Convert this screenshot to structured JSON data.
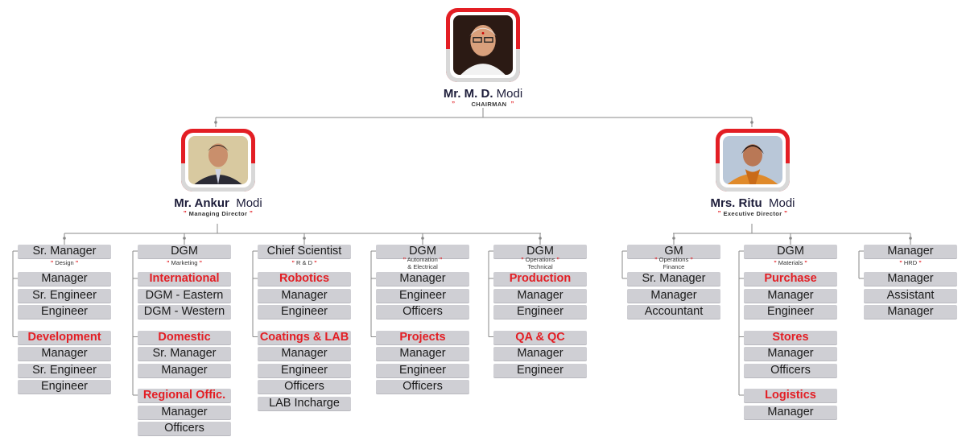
{
  "chairman": {
    "name_bold": "Mr. M. D.",
    "name_rest": "Modi",
    "role": "CHAIRMAN"
  },
  "left_director": {
    "name_bold": "Mr. Ankur",
    "name_rest": "Modi",
    "role": "Managing Director"
  },
  "right_director": {
    "name_bold": "Mrs. Ritu",
    "name_rest": "Modi",
    "role": "Executive Director"
  },
  "quote_mark": "”",
  "columns": [
    {
      "title": "Sr. Manager",
      "subtitle": [
        "Design"
      ],
      "groups": [
        {
          "items": [
            "Manager",
            "Sr. Engineer",
            "Engineer"
          ]
        },
        {
          "head": "Development",
          "items": [
            "Manager",
            "Sr. Engineer",
            "Engineer"
          ]
        }
      ]
    },
    {
      "title": "DGM",
      "subtitle": [
        "Marketing"
      ],
      "groups": [
        {
          "head": "International",
          "items": [
            "DGM - Eastern",
            "DGM - Western"
          ]
        },
        {
          "head": "Domestic",
          "items": [
            "Sr. Manager",
            "Manager"
          ]
        },
        {
          "head": "Regional Offic.",
          "items": [
            "Manager",
            "Officers"
          ]
        }
      ]
    },
    {
      "title": "Chief Scientist",
      "subtitle": [
        "R & D"
      ],
      "groups": [
        {
          "head": "Robotics",
          "items": [
            "Manager",
            "Engineer"
          ]
        },
        {
          "head": "Coatings & LAB",
          "items": [
            "Manager",
            "Engineer",
            "Officers",
            "LAB Incharge"
          ]
        }
      ]
    },
    {
      "title": "DGM",
      "subtitle": [
        "Automation",
        "& Electrical"
      ],
      "groups": [
        {
          "items": [
            "Manager",
            "Engineer",
            "Officers"
          ]
        },
        {
          "head": "Projects",
          "items": [
            "Manager",
            "Engineer",
            "Officers"
          ]
        }
      ]
    },
    {
      "title": "DGM",
      "subtitle": [
        "Operations",
        "Technical"
      ],
      "groups": [
        {
          "head": "Production",
          "items": [
            "Manager",
            "Engineer"
          ]
        },
        {
          "head": "QA & QC",
          "items": [
            "Manager",
            "Engineer"
          ]
        }
      ]
    },
    {
      "title": "GM",
      "subtitle": [
        "Operations",
        "Finance"
      ],
      "groups": [
        {
          "items": [
            "Sr. Manager",
            "Manager",
            "Accountant"
          ]
        }
      ]
    },
    {
      "title": "DGM",
      "subtitle": [
        "Materials"
      ],
      "groups": [
        {
          "head": "Purchase",
          "items": [
            "Manager",
            "Engineer"
          ]
        },
        {
          "head": "Stores",
          "items": [
            "Manager",
            "Officers"
          ]
        },
        {
          "head": "Logistics",
          "items": [
            "Manager"
          ]
        }
      ]
    },
    {
      "title": "Manager",
      "subtitle": [
        "HRD"
      ],
      "groups": [
        {
          "items": [
            "Manager",
            "Assistant",
            "Manager"
          ]
        }
      ]
    }
  ]
}
